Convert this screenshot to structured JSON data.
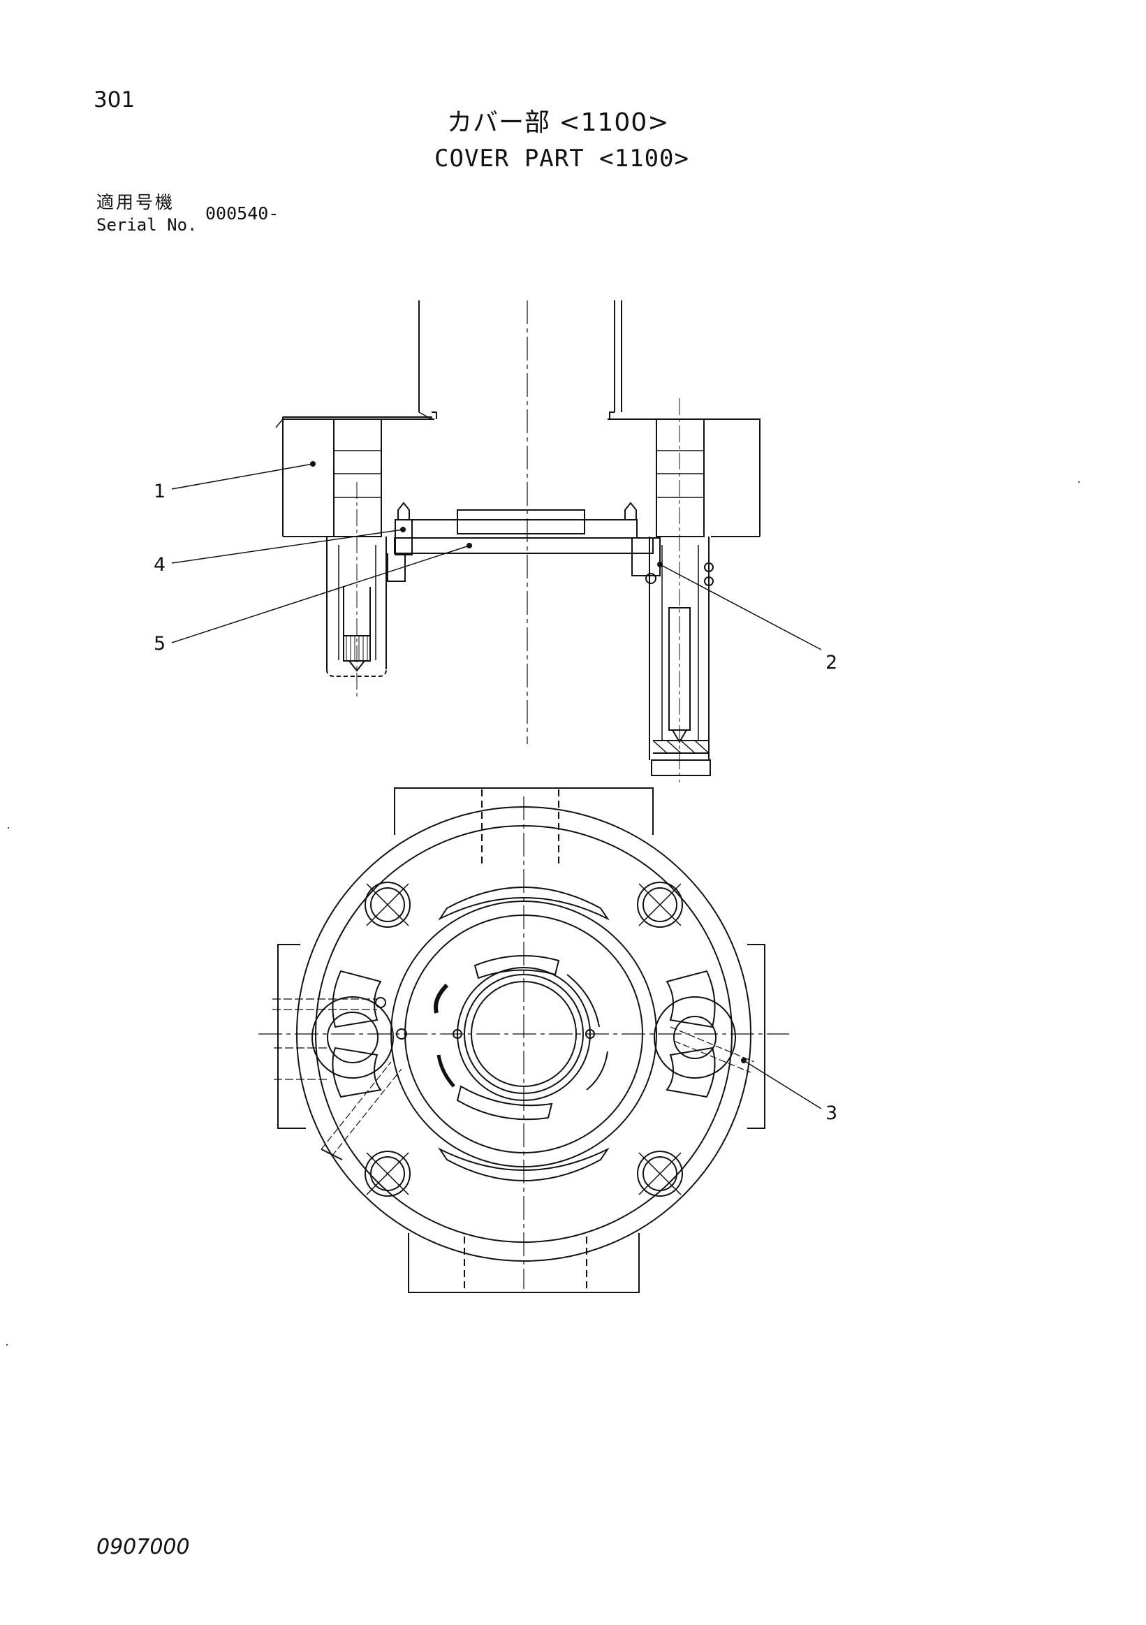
{
  "header": {
    "page_number": "301",
    "title_ja": "カバー部 <1100>",
    "title_en": "COVER PART <1100>"
  },
  "serial": {
    "label_ja": "適用号機",
    "label_en": "Serial No.",
    "value": "000540-"
  },
  "callouts": [
    "1",
    "2",
    "3",
    "4",
    "5"
  ],
  "footer": {
    "doc_code": "0907000"
  },
  "colors": {
    "ink": "#111111",
    "background": "#ffffff"
  }
}
